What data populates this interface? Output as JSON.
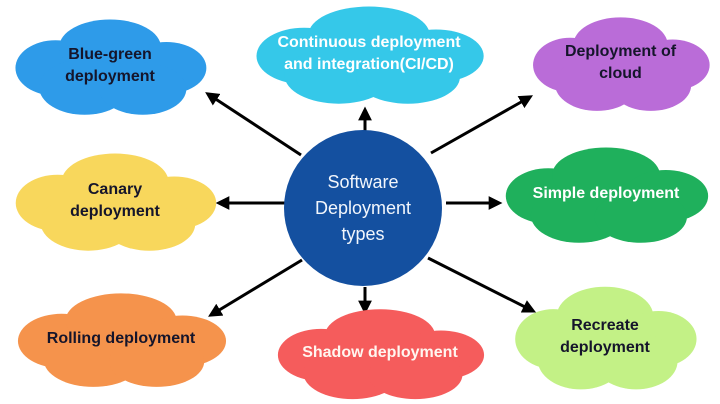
{
  "background": "#FFFFFF",
  "center": {
    "lines": [
      "Software",
      "Deployment",
      "types"
    ],
    "fill": "#1450A0",
    "text_color": "#F2F6FC"
  },
  "clouds": [
    {
      "id": "blue-green-deployment",
      "label": "Blue-green deployment",
      "fill": "#2E9BE9",
      "text_color": "#15152B"
    },
    {
      "id": "ci-cd-deployment",
      "label": "Continuous deployment and integration(CI/CD)",
      "fill": "#35C8E9",
      "text_color": "#FFFFFF"
    },
    {
      "id": "deployment-of-cloud",
      "label": "Deployment of cloud",
      "fill": "#BA6CD8",
      "text_color": "#15152B"
    },
    {
      "id": "canary-deployment",
      "label": "Canary deployment",
      "fill": "#F8D75C",
      "text_color": "#15152B"
    },
    {
      "id": "simple-deployment",
      "label": "Simple deployment",
      "fill": "#1FB05C",
      "text_color": "#FFFFFF"
    },
    {
      "id": "rolling-deployment",
      "label": "Rolling deployment",
      "fill": "#F5934C",
      "text_color": "#15152B"
    },
    {
      "id": "shadow-deployment",
      "label": "Shadow deployment",
      "fill": "#F55C5C",
      "text_color": "#FFF6F0"
    },
    {
      "id": "recreate-deployment",
      "label": "Recreate deployment",
      "fill": "#C3F186",
      "text_color": "#15152B"
    }
  ],
  "arrows": {
    "color": "#000000"
  }
}
